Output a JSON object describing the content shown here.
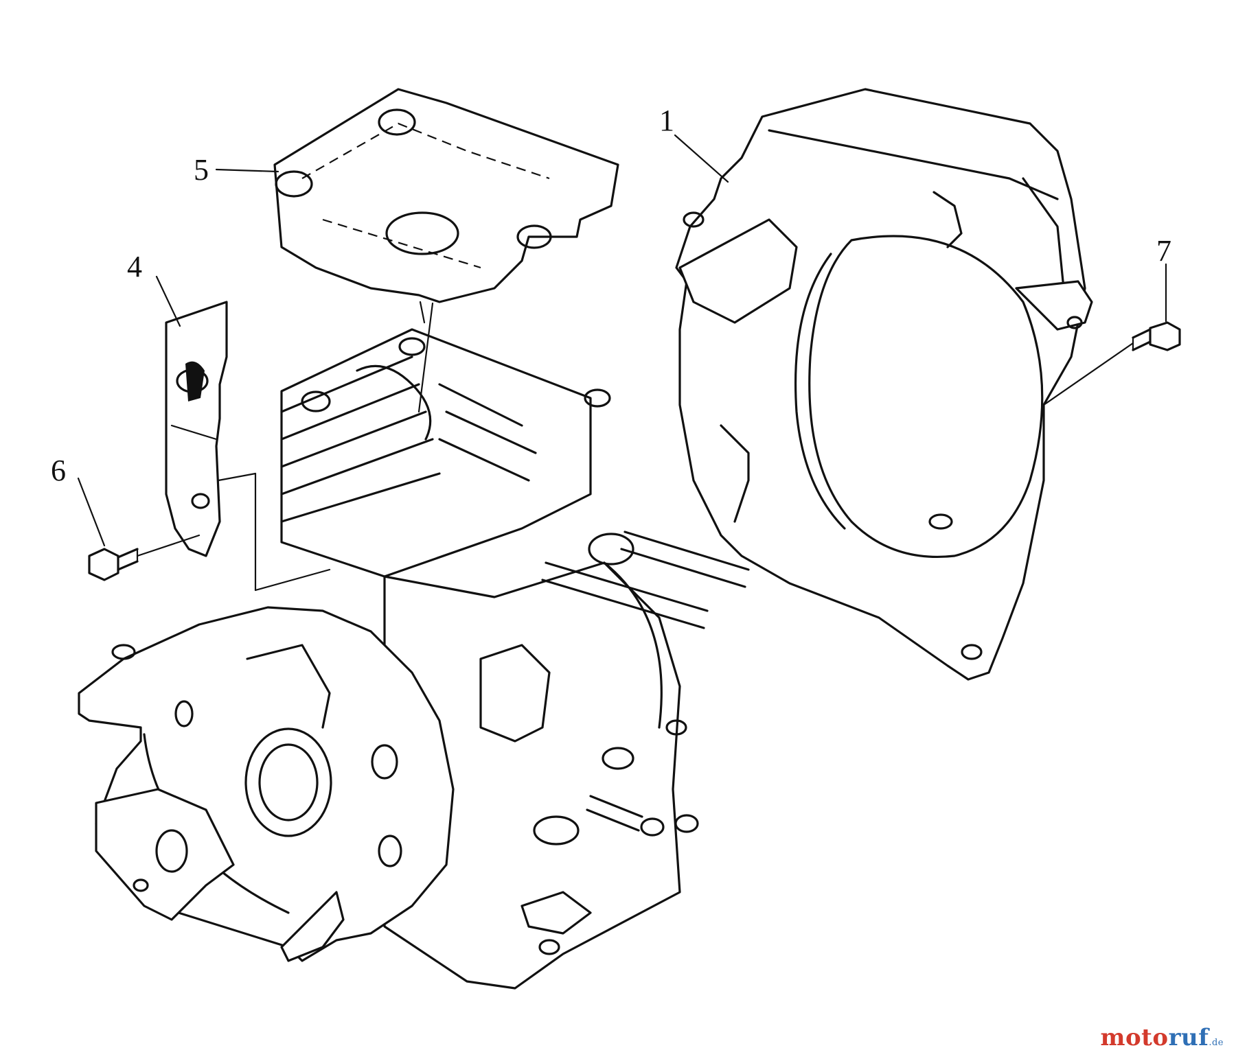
{
  "diagram": {
    "callouts": [
      "1",
      "4",
      "5",
      "6",
      "7"
    ]
  },
  "logo": {
    "part1": "moto",
    "part2": "ruf",
    "tld": ".de"
  }
}
